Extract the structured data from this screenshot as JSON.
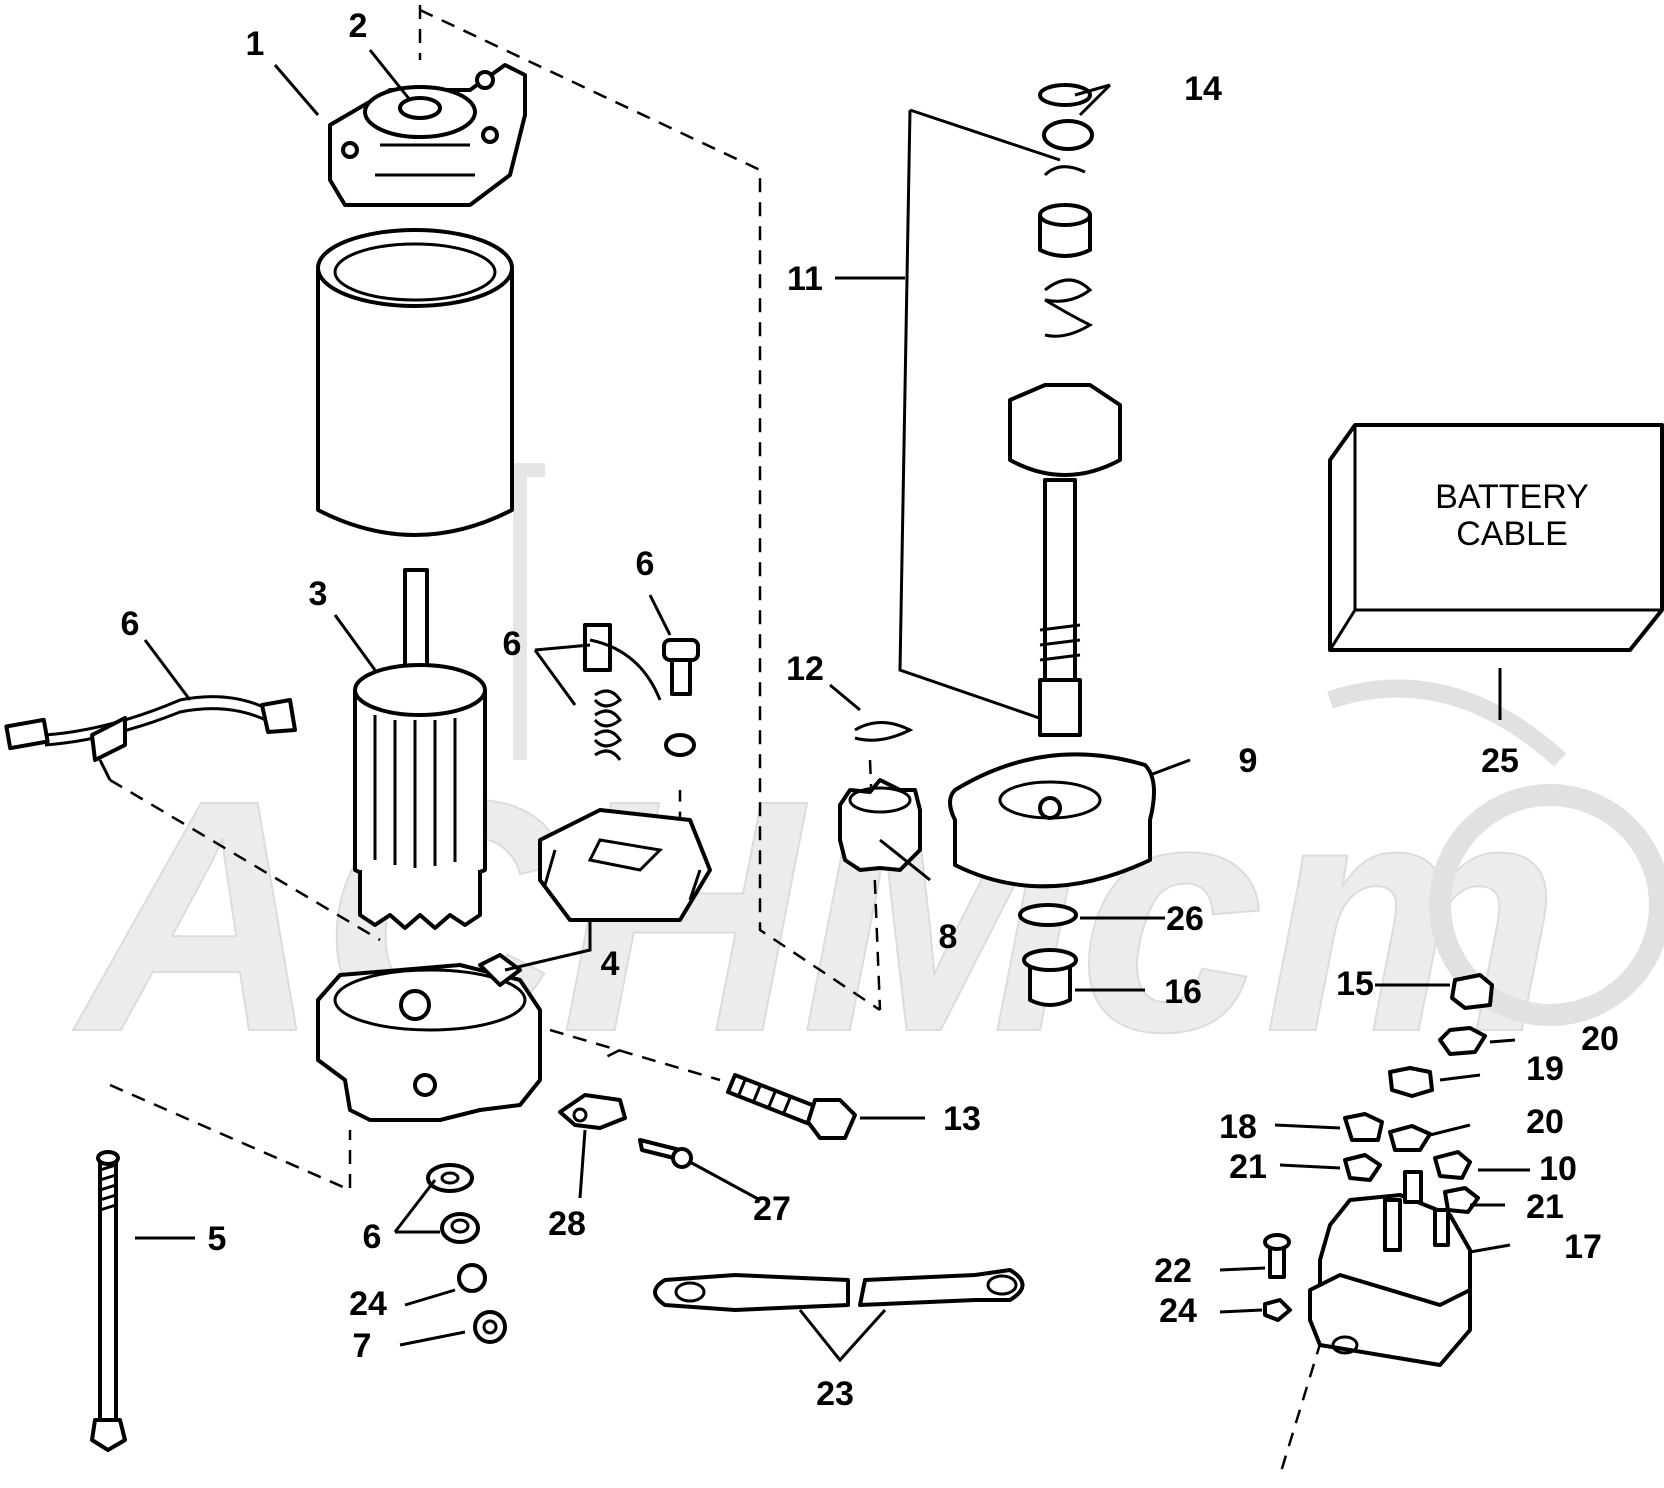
{
  "watermark_text": "ACHMcm",
  "battery_cable_box": {
    "line1": "BATTERY",
    "line2": "CABLE"
  },
  "callouts": [
    {
      "id": "c1",
      "text": "1"
    },
    {
      "id": "c2",
      "text": "2"
    },
    {
      "id": "c3",
      "text": "3"
    },
    {
      "id": "c4",
      "text": "4"
    },
    {
      "id": "c5",
      "text": "5"
    },
    {
      "id": "c6a",
      "text": "6"
    },
    {
      "id": "c6b",
      "text": "6"
    },
    {
      "id": "c6c",
      "text": "6"
    },
    {
      "id": "c6d",
      "text": "6"
    },
    {
      "id": "c7",
      "text": "7"
    },
    {
      "id": "c8",
      "text": "8"
    },
    {
      "id": "c9",
      "text": "9"
    },
    {
      "id": "c10",
      "text": "10"
    },
    {
      "id": "c11",
      "text": "11"
    },
    {
      "id": "c12",
      "text": "12"
    },
    {
      "id": "c13",
      "text": "13"
    },
    {
      "id": "c14",
      "text": "14"
    },
    {
      "id": "c15",
      "text": "15"
    },
    {
      "id": "c16",
      "text": "16"
    },
    {
      "id": "c17",
      "text": "17"
    },
    {
      "id": "c18",
      "text": "18"
    },
    {
      "id": "c19",
      "text": "19"
    },
    {
      "id": "c20a",
      "text": "20"
    },
    {
      "id": "c20b",
      "text": "20"
    },
    {
      "id": "c21a",
      "text": "21"
    },
    {
      "id": "c21b",
      "text": "21"
    },
    {
      "id": "c22",
      "text": "22"
    },
    {
      "id": "c23",
      "text": "23"
    },
    {
      "id": "c24a",
      "text": "24"
    },
    {
      "id": "c24b",
      "text": "24"
    },
    {
      "id": "c25",
      "text": "25"
    },
    {
      "id": "c26",
      "text": "26"
    },
    {
      "id": "c27",
      "text": "27"
    },
    {
      "id": "c28",
      "text": "28"
    }
  ]
}
